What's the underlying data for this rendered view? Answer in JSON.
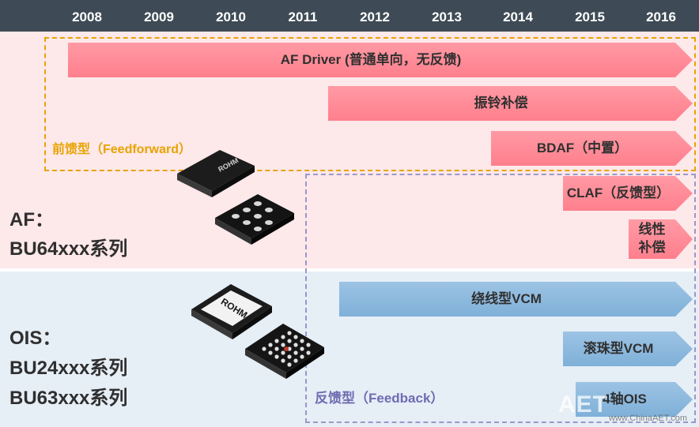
{
  "years": [
    "2008",
    "2009",
    "2010",
    "2011",
    "2012",
    "2013",
    "2014",
    "2015",
    "2016"
  ],
  "groups": {
    "feedforward_label": "前馈型（Feedforward）",
    "feedback_label": "反馈型（Feedback）"
  },
  "bands": {
    "af_line1": "AF：",
    "af_line2": "BU64xxx系列",
    "ois_line1": "OIS：",
    "ois_line2": "BU24xxx系列",
    "ois_line3": "BU63xxx系列"
  },
  "arrows": {
    "af_driver": "AF Driver (普通单向，无反馈)",
    "vibration_comp": "振铃补偿",
    "bdaf": "BDAF（中置）",
    "claf": "CLAF（反馈型）",
    "linear_comp_1": "线性",
    "linear_comp_2": "补偿",
    "wire_vcm": "绕线型VCM",
    "ball_vcm": "滚珠型VCM",
    "four_axis_ois": "4轴OIS"
  },
  "chips": {
    "brand": "ROHM"
  },
  "watermark": {
    "logo": "AET",
    "site": "www.ChinaAET.com"
  },
  "colors": {
    "header": "#3e4b56",
    "af_band": "#fde8ea",
    "ois_band": "#e6eef6",
    "pink_arrow": "#ff8a96",
    "blue_arrow": "#8ab8dd",
    "feedforward_border": "#e8a400",
    "feedback_border": "#9a98c8"
  }
}
